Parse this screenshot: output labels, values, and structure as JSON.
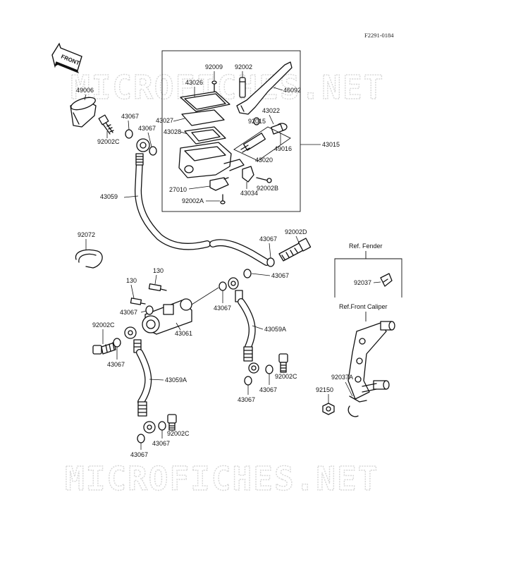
{
  "header": {
    "diagram_code": "F2291-0184"
  },
  "watermark": {
    "text": "MICROFICHES.NET"
  },
  "front_arrow": {
    "label": "FRONT"
  },
  "insets": {
    "fender": {
      "title": "Ref. Fender"
    },
    "caliper": {
      "title": "Ref.Front Caliper"
    }
  },
  "labels": {
    "p49006": "49006",
    "p43067_a": "43067",
    "p43067_b": "43067",
    "p92002c_a": "92002C",
    "p92009": "92009",
    "p92002": "92002",
    "p43026": "43026",
    "p46092": "46092",
    "p43027": "43027",
    "p43028": "43028",
    "p43022": "43022",
    "p92015": "92015",
    "p49016": "49016",
    "p43015": "43015",
    "p43020": "43020",
    "p27010": "27010",
    "p43034": "43034",
    "p92002b": "92002B",
    "p92002a": "92002A",
    "p43059": "43059",
    "p92072": "92072",
    "p43067_c": "43067",
    "p92002d": "92002D",
    "p43067_d": "43067",
    "p130_a": "130",
    "p130_b": "130",
    "p43067_e": "43067",
    "p43067_f": "43067",
    "p43061": "43061",
    "p92002c_b": "92002C",
    "p43059a_a": "43059A",
    "p43067_g": "43067",
    "p43059a_b": "43059A",
    "p92002c_c": "92002C",
    "p43067_h": "43067",
    "p43067_i": "43067",
    "p92002c_d": "92002C",
    "p43067_j": "43067",
    "p43067_k": "43067",
    "p92037": "92037",
    "p92037a": "92037A",
    "p92150": "92150"
  }
}
